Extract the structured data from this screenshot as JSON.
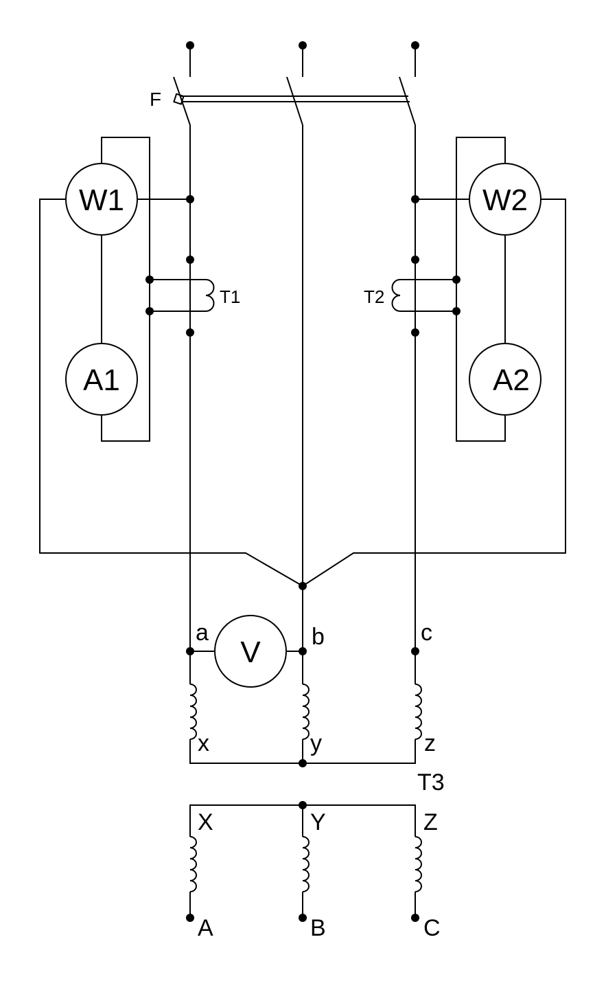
{
  "meters": {
    "w1": "W1",
    "w2": "W2",
    "a1": "A1",
    "a2": "A2",
    "v": "V"
  },
  "labels": {
    "fuse": "F",
    "ct1": "T1",
    "ct2": "T2",
    "transformer": "T3"
  },
  "secondary_terminals": {
    "a": "a",
    "b": "b",
    "c": "c",
    "x": "x",
    "y": "y",
    "z": "z"
  },
  "primary_terminals": {
    "X": "X",
    "Y": "Y",
    "Z": "Z",
    "A": "A",
    "B": "B",
    "C": "C"
  },
  "colors": {
    "line": "#000000",
    "background": "#ffffff"
  }
}
